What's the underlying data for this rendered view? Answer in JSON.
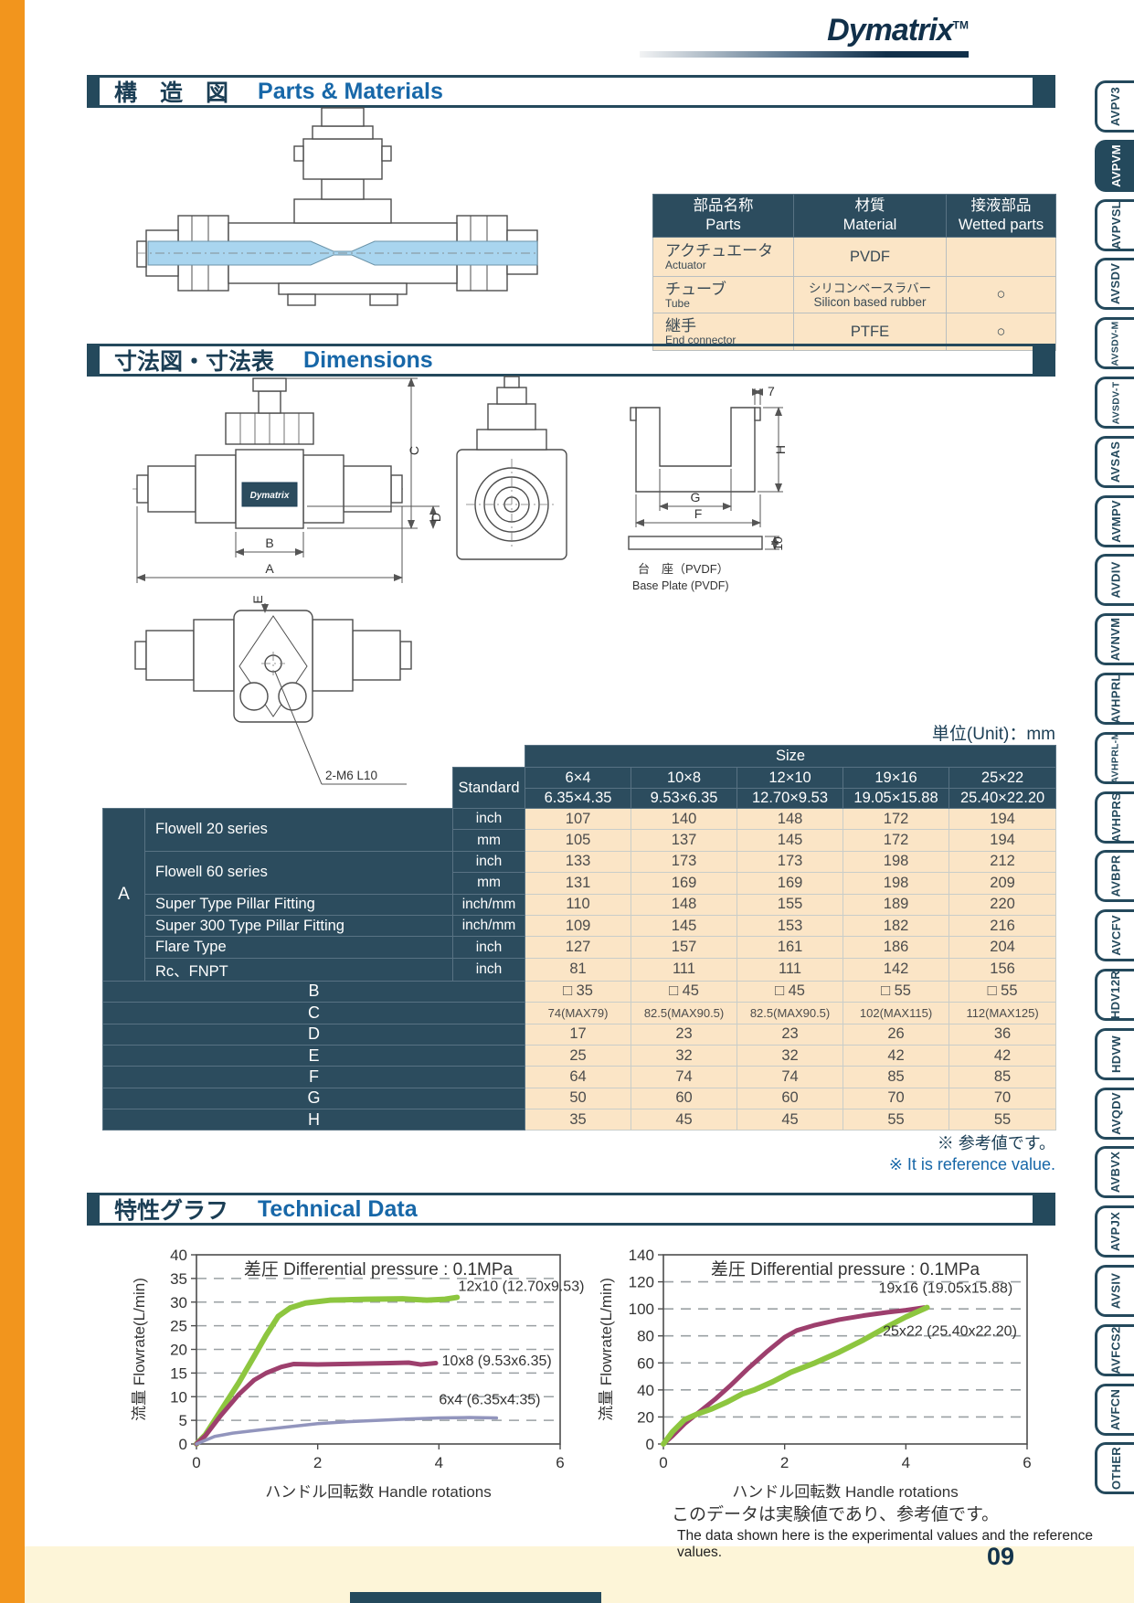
{
  "brand": {
    "logo": "Dymatrix",
    "tm": "TM"
  },
  "page_number": "09",
  "sections": {
    "parts": {
      "title_jp": "構　造　図",
      "title_en": "Parts & Materials"
    },
    "dimensions": {
      "title_jp": "寸法図・寸法表",
      "title_en": "Dimensions"
    },
    "technical": {
      "title_jp": "特性グラフ",
      "title_en": "Technical Data"
    }
  },
  "parts_table": {
    "headers": [
      {
        "jp": "部品名称",
        "en": "Parts"
      },
      {
        "jp": "材質",
        "en": "Material"
      },
      {
        "jp": "接液部品",
        "en": "Wetted parts"
      }
    ],
    "rows": [
      {
        "part_jp": "アクチュエータ",
        "part_en": "Actuator",
        "material_jp": "PVDF",
        "material_en": "",
        "wetted": ""
      },
      {
        "part_jp": "チューブ",
        "part_en": "Tube",
        "material_jp": "シリコンベースラバー",
        "material_en": "Silicon based rubber",
        "wetted": "○"
      },
      {
        "part_jp": "継手",
        "part_en": "End connector",
        "material_jp": "PTFE",
        "material_en": "",
        "wetted": "○"
      }
    ]
  },
  "unit_note": "単位(Unit)：mm",
  "dim_table": {
    "size_header": "Size",
    "standard_label": "Standard",
    "group_a_label": "A",
    "size_cols": [
      [
        "6×4",
        "6.35×4.35"
      ],
      [
        "10×8",
        "9.53×6.35"
      ],
      [
        "12×10",
        "12.70×9.53"
      ],
      [
        "19×16",
        "19.05×15.88"
      ],
      [
        "25×22",
        "25.40×22.20"
      ]
    ],
    "a_rows": [
      {
        "label": "Flowell 20 series",
        "units": [
          "inch",
          "mm"
        ],
        "values": [
          [
            107,
            140,
            148,
            172,
            194
          ],
          [
            105,
            137,
            145,
            172,
            194
          ]
        ]
      },
      {
        "label": "Flowell 60 series",
        "units": [
          "inch",
          "mm"
        ],
        "values": [
          [
            133,
            173,
            173,
            198,
            212
          ],
          [
            131,
            169,
            169,
            198,
            209
          ]
        ]
      },
      {
        "label": "Super Type Pillar Fitting",
        "units": [
          "inch/mm"
        ],
        "values": [
          [
            110,
            148,
            155,
            189,
            220
          ]
        ]
      },
      {
        "label": "Super 300 Type Pillar Fitting",
        "units": [
          "inch/mm"
        ],
        "values": [
          [
            109,
            145,
            153,
            182,
            216
          ]
        ]
      },
      {
        "label": "Flare Type",
        "units": [
          "inch"
        ],
        "values": [
          [
            127,
            157,
            161,
            186,
            204
          ]
        ]
      },
      {
        "label": "Rc、FNPT",
        "units": [
          "inch"
        ],
        "values": [
          [
            81,
            111,
            111,
            142,
            156
          ]
        ]
      }
    ],
    "letter_rows": [
      {
        "label": "B",
        "values": [
          "□ 35",
          "□ 45",
          "□ 45",
          "□ 55",
          "□ 55"
        ]
      },
      {
        "label": "C",
        "values": [
          "74(MAX79)",
          "82.5(MAX90.5)",
          "82.5(MAX90.5)",
          "102(MAX115)",
          "112(MAX125)"
        ]
      },
      {
        "label": "D",
        "values": [
          "17",
          "23",
          "23",
          "26",
          "36"
        ]
      },
      {
        "label": "E",
        "values": [
          "25",
          "32",
          "32",
          "42",
          "42"
        ]
      },
      {
        "label": "F",
        "values": [
          "64",
          "74",
          "74",
          "85",
          "85"
        ]
      },
      {
        "label": "G",
        "values": [
          "50",
          "60",
          "60",
          "70",
          "70"
        ]
      },
      {
        "label": "H",
        "values": [
          "35",
          "45",
          "45",
          "55",
          "55"
        ]
      }
    ],
    "ref_note_jp": "※ 参考値です。",
    "ref_note_en": "※ It is reference value."
  },
  "drawings": {
    "front": {
      "a": "A",
      "b": "B",
      "c": "C",
      "d": "D",
      "nameplate": "Dymatrix"
    },
    "bracket": {
      "seven": "7",
      "h": "H",
      "g": "G",
      "f": "F",
      "ten": "10",
      "caption_jp": "台　座（PVDF）",
      "caption_en": "Base Plate (PVDF)"
    },
    "bottom": {
      "e": "E",
      "callout": "2-M6  L10"
    }
  },
  "chart_data": [
    {
      "type": "line",
      "title": "差圧  Differential pressure : 0.1MPa",
      "ylabel": "流量  Flowrate(L/min)",
      "xlabel": "ハンドル回転数  Handle rotations",
      "xlim": [
        0,
        6
      ],
      "ylim": [
        0,
        40
      ],
      "ytick": 5,
      "xticks": [
        0,
        2,
        4,
        6
      ],
      "grid": "dashed-horizontal",
      "legend": "inline-labels",
      "series": [
        {
          "name": "12x10 (12.70x9.53)",
          "color": "#8dc63f",
          "width": 6,
          "label_xy": [
            4.32,
            32.4
          ],
          "points": [
            [
              0,
              0
            ],
            [
              0.15,
              2
            ],
            [
              0.4,
              7
            ],
            [
              0.7,
              13
            ],
            [
              0.95,
              18.5
            ],
            [
              1.15,
              23
            ],
            [
              1.35,
              27
            ],
            [
              1.55,
              28.8
            ],
            [
              1.8,
              29.8
            ],
            [
              2.2,
              30.4
            ],
            [
              2.8,
              30.6
            ],
            [
              3.4,
              30.7
            ],
            [
              3.8,
              30.4
            ],
            [
              4.1,
              30.6
            ],
            [
              4.3,
              31
            ]
          ]
        },
        {
          "name": "10x8 (9.53x6.35)",
          "color": "#9d3f6d",
          "width": 5,
          "label_xy": [
            4.05,
            16.6
          ],
          "points": [
            [
              0,
              0
            ],
            [
              0.15,
              1.8
            ],
            [
              0.4,
              6
            ],
            [
              0.7,
              10.5
            ],
            [
              0.95,
              13.5
            ],
            [
              1.15,
              15
            ],
            [
              1.4,
              16.3
            ],
            [
              1.6,
              16.9
            ],
            [
              2,
              16.8
            ],
            [
              2.4,
              16.9
            ],
            [
              2.8,
              17
            ],
            [
              3.2,
              17.1
            ],
            [
              3.5,
              17.2
            ],
            [
              3.7,
              16.8
            ],
            [
              3.95,
              17.1
            ]
          ]
        },
        {
          "name": "6x4 (6.35x4.35)",
          "color": "#9295bd",
          "width": 3.5,
          "label_xy": [
            4.0,
            8.4
          ],
          "points": [
            [
              0,
              0
            ],
            [
              0.3,
              1.6
            ],
            [
              0.6,
              2.3
            ],
            [
              1,
              2.9
            ],
            [
              1.5,
              3.6
            ],
            [
              2,
              4.3
            ],
            [
              2.5,
              4.7
            ],
            [
              3,
              5
            ],
            [
              3.5,
              5.3
            ],
            [
              4,
              5.5
            ],
            [
              4.5,
              5.6
            ],
            [
              4.95,
              5.5
            ]
          ]
        }
      ]
    },
    {
      "type": "line",
      "title": "差圧  Differential pressure : 0.1MPa",
      "ylabel": "流量  Flowrate(L/min)",
      "xlabel": "ハンドル回転数  Handle rotations",
      "xlim": [
        0,
        6
      ],
      "ylim": [
        0,
        140
      ],
      "ytick": 20,
      "xticks": [
        0,
        2,
        4,
        6
      ],
      "grid": "dashed-horizontal",
      "legend": "inline-labels",
      "series": [
        {
          "name": "19x16 (19.05x15.88)",
          "color": "#9d3f6d",
          "width": 5,
          "label_xy": [
            3.55,
            112
          ],
          "points": [
            [
              0,
              0
            ],
            [
              0.15,
              6
            ],
            [
              0.35,
              15
            ],
            [
              0.6,
              24
            ],
            [
              0.85,
              33
            ],
            [
              1.1,
              43
            ],
            [
              1.4,
              56
            ],
            [
              1.7,
              68
            ],
            [
              2,
              79
            ],
            [
              2.2,
              84
            ],
            [
              2.5,
              88
            ],
            [
              2.9,
              92
            ],
            [
              3.3,
              95
            ],
            [
              3.7,
              97.5
            ],
            [
              4,
              99
            ],
            [
              4.3,
              101
            ]
          ]
        },
        {
          "name": "25x22 (25.40x22.20)",
          "color": "#8dc63f",
          "width": 6,
          "label_xy": [
            3.62,
            80
          ],
          "points": [
            [
              0,
              0
            ],
            [
              0.15,
              9
            ],
            [
              0.35,
              18
            ],
            [
              0.55,
              22
            ],
            [
              0.8,
              26
            ],
            [
              1.05,
              31
            ],
            [
              1.3,
              37
            ],
            [
              1.5,
              40
            ],
            [
              1.8,
              46
            ],
            [
              2.1,
              53
            ],
            [
              2.5,
              60
            ],
            [
              2.9,
              68
            ],
            [
              3.3,
              77
            ],
            [
              3.7,
              87
            ],
            [
              4,
              94
            ],
            [
              4.35,
              101
            ]
          ]
        }
      ]
    }
  ],
  "footer": {
    "note_jp": "このデータは実験値であり、参考値です。",
    "note_en": "The data shown here is the experimental values and the reference values."
  },
  "sidebar": {
    "tabs": [
      {
        "label": "AVPV3",
        "active": false
      },
      {
        "label": "AVPVM",
        "active": true
      },
      {
        "label": "AVPVSL",
        "active": false
      },
      {
        "label": "AVSDV",
        "active": false
      },
      {
        "label": "AVSDV-M",
        "active": false
      },
      {
        "label": "AVSDV-T",
        "active": false
      },
      {
        "label": "AVSAS",
        "active": false
      },
      {
        "label": "AVMPV",
        "active": false
      },
      {
        "label": "AVDIV",
        "active": false
      },
      {
        "label": "AVNVM",
        "active": false
      },
      {
        "label": "AVHPRL",
        "active": false
      },
      {
        "label": "AVHPRL-M",
        "active": false
      },
      {
        "label": "AVHPRS",
        "active": false
      },
      {
        "label": "AVBPR",
        "active": false
      },
      {
        "label": "AVCFV",
        "active": false
      },
      {
        "label": "HDV12R",
        "active": false
      },
      {
        "label": "HDVW",
        "active": false
      },
      {
        "label": "AVQDV",
        "active": false
      },
      {
        "label": "AVBVX",
        "active": false
      },
      {
        "label": "AVPJX",
        "active": false
      },
      {
        "label": "AVSIV",
        "active": false
      },
      {
        "label": "AVFCS2",
        "active": false
      },
      {
        "label": "AVFCN",
        "active": false
      },
      {
        "label": "OTHER",
        "active": false
      }
    ]
  },
  "colors": {
    "navy": "#2c4c5e",
    "structural_navy": "#24495c",
    "tan_cell": "#fbe5c6",
    "orange_accent": "#f2951d",
    "cream_band": "#fdf5d8",
    "heading_blue": "#1767a8",
    "heading_navy": "#1b3e55",
    "chart_green": "#8dc63f",
    "chart_plum": "#9d3f6d",
    "chart_lavender": "#9295bd",
    "tube_blue": "#a9d5ef"
  }
}
